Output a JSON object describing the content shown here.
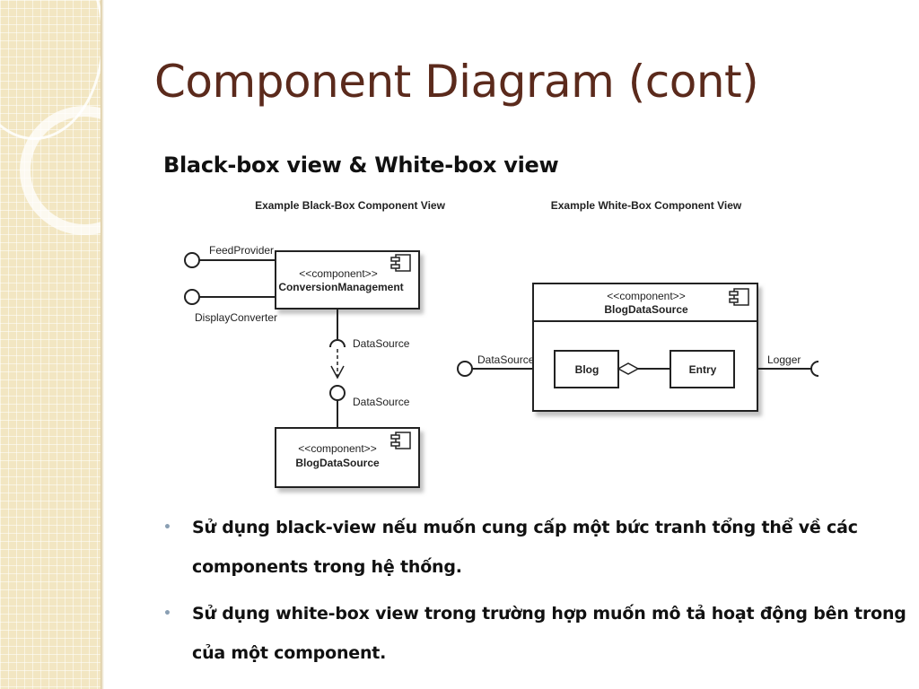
{
  "slide": {
    "title": "Component Diagram (cont)",
    "subtitle": "Black-box view & White-box view",
    "bullets": [
      "Sử dụng black-view nếu muốn cung cấp một bức tranh tổng thể về các components trong hệ thống.",
      "Sử dụng white-box view trong trường hợp muốn mô tả hoạt động bên trong của một component."
    ],
    "bullet_glyph": "•"
  },
  "diagram": {
    "black_box": {
      "caption": "Example Black-Box Component View",
      "conversion_component": {
        "stereotype": "<<component>>",
        "name": "ConversionManagement"
      },
      "blog_component": {
        "stereotype": "<<component>>",
        "name": "BlogDataSource"
      },
      "interfaces": {
        "feed_provider": "FeedProvider",
        "display_converter": "DisplayConverter",
        "datasource_required": "DataSource",
        "datasource_provided": "DataSource"
      }
    },
    "white_box": {
      "caption": "Example White-Box Component View",
      "component": {
        "stereotype": "<<component>>",
        "name": "BlogDataSource"
      },
      "parts": {
        "blog": "Blog",
        "entry": "Entry"
      },
      "interfaces": {
        "datasource": "DataSource",
        "logger": "Logger"
      }
    }
  },
  "colors": {
    "title": "#5b2a1c",
    "sidebar": "#f2e6c2",
    "bullet_dot": "#8a9fb3"
  }
}
